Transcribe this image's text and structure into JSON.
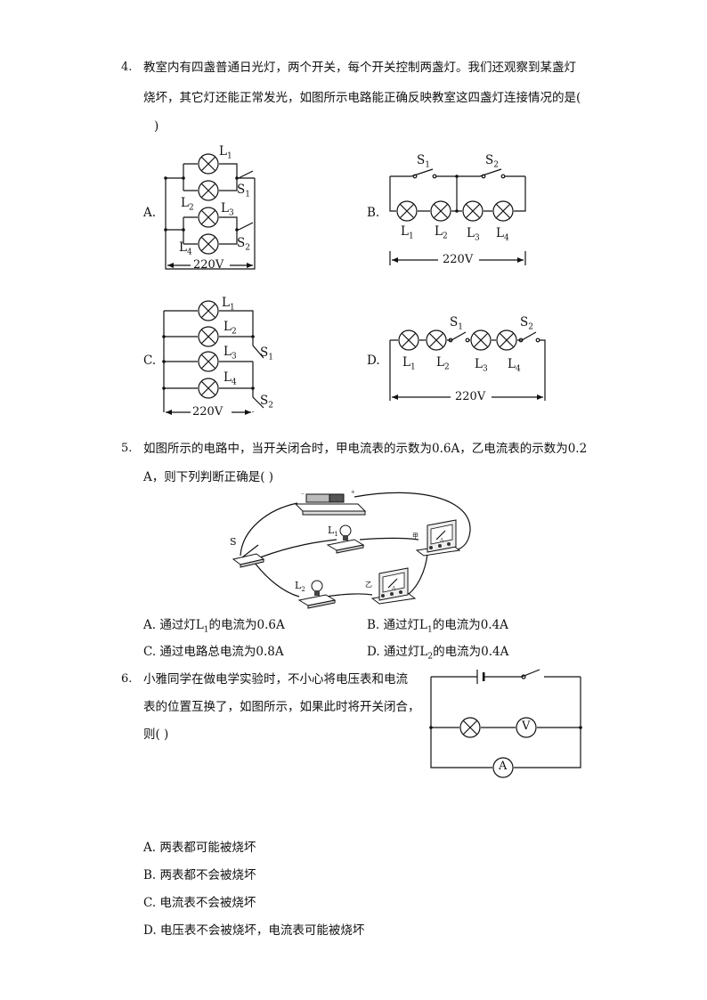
{
  "q4": {
    "number": "4.",
    "line1": "教室内有四盏普通日光灯，两个开关，每个开关控制两盏灯。我们还观察到某盏灯",
    "line2": "烧坏，其它灯还能正常发光，如图所示电路能正确反映教室这四盏灯连接情况的是(",
    "line3": ")",
    "labels": {
      "A": "A.",
      "B": "B.",
      "C": "C.",
      "D": "D."
    },
    "L1": "L",
    "L2": "L",
    "L3": "L",
    "L4": "L",
    "s1": "1",
    "s2": "2",
    "s3": "3",
    "s4": "4",
    "S": "S",
    "voltage": "220V"
  },
  "q5": {
    "number": "5.",
    "line1": "如图所示的电路中，当开关闭合时，甲电流表的示数为0.6A，乙电流表的示数为0.2",
    "line2": "A，则下列判断正确是(    )",
    "diagram": {
      "switch": "S",
      "jia": "甲",
      "yi": "乙",
      "L": "L",
      "sub1": "1",
      "sub2": "2"
    },
    "options": {
      "A": {
        "prefix": "A.  通过灯L",
        "sub": "1",
        "suffix": "的电流为0.6A"
      },
      "B": {
        "prefix": "B.  通过灯L",
        "sub": "1",
        "suffix": "的电流为0.4A"
      },
      "C": {
        "text": "C.  通过电路总电流为0.8A"
      },
      "D": {
        "prefix": "D.  通过灯L",
        "sub": "2",
        "suffix": "的电流为0.4A"
      }
    }
  },
  "q6": {
    "number": "6.",
    "line1": "小雅同学在做电学实验时，不小心将电压表和电流",
    "line2": "表的位置互换了，如图所示，如果此时将开关闭合，",
    "line3": "则(      )",
    "meters": {
      "V": "V",
      "A": "A"
    },
    "options": [
      "A.  两表都可能被烧坏",
      "B.  两表都不会被烧坏",
      "C.  电流表不会被烧坏",
      "D.  电压表不会被烧坏，电流表可能被烧坏"
    ]
  }
}
